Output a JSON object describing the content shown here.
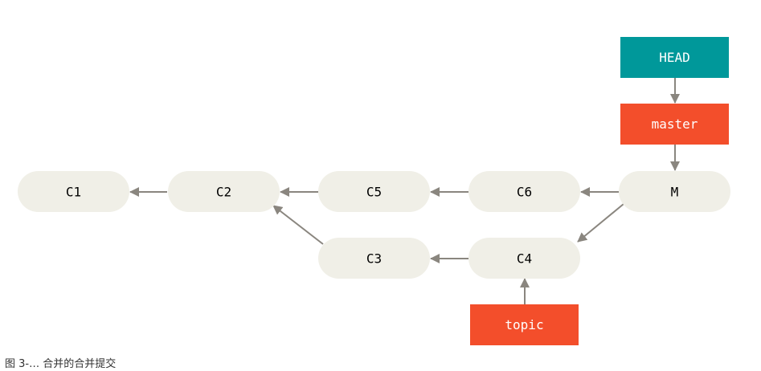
{
  "commits": {
    "c1": "C1",
    "c2": "C2",
    "c5": "C5",
    "c6": "C6",
    "m": "M",
    "c3": "C3",
    "c4": "C4"
  },
  "refs": {
    "head": "HEAD",
    "master": "master",
    "topic": "topic"
  },
  "colors": {
    "commit_fill": "#f0efe7",
    "arrow": "#8a867f",
    "head": "#00989a",
    "branch": "#f34e2b"
  },
  "caption": "图 3-… 合并的合并提交"
}
